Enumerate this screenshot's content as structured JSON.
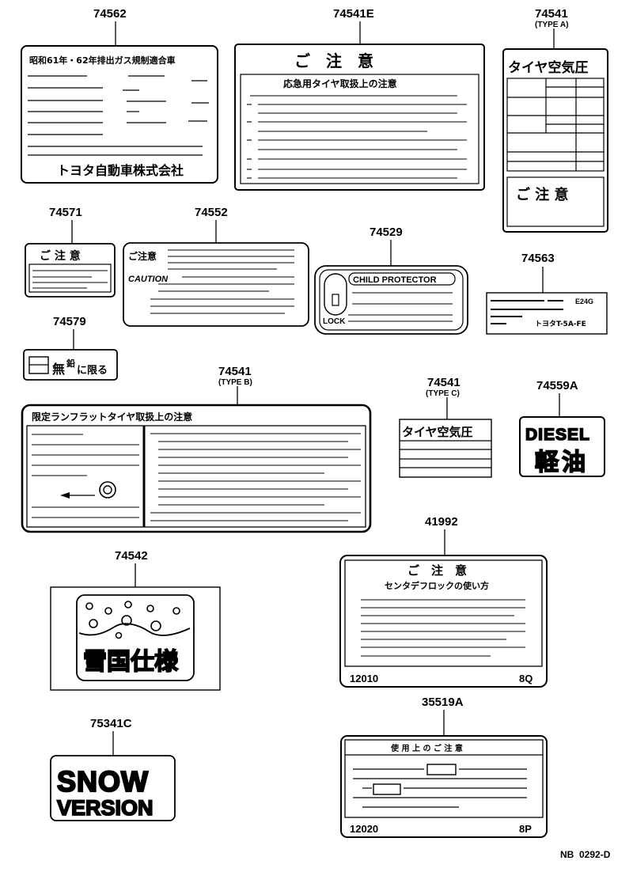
{
  "labels": {
    "l74562": {
      "part": "74562",
      "header": "昭和61年・62年排出ガス規制適合車",
      "footer": "トヨタ自動車株式会社"
    },
    "l74541E": {
      "part": "74541E",
      "title": "ご　注　意",
      "subtitle": "応急用タイヤ取扱上の注意"
    },
    "l74541A": {
      "part": "74541",
      "type": "(TYPE A)",
      "title": "タイヤ空気圧",
      "caution": "ご 注 意"
    },
    "l74571": {
      "part": "74571",
      "title": "ご 注 意"
    },
    "l74552": {
      "part": "74552",
      "title": "ご注意",
      "caution": "CAUTION"
    },
    "l74529": {
      "part": "74529",
      "title": "CHILD PROTECTOR",
      "lock": "LOCK"
    },
    "l74563": {
      "part": "74563",
      "code": "E24G",
      "engine": "トヨタT-5A-FE"
    },
    "l74579": {
      "part": "74579",
      "text1": "無",
      "text2": "鉛",
      "text3": "に限る"
    },
    "l74541B": {
      "part": "74541",
      "type": "(TYPE B)",
      "title": "限定ランフラットタイヤ取扱上の注意"
    },
    "l74541C": {
      "part": "74541",
      "type": "(TYPE C)",
      "title": "タイヤ空気圧"
    },
    "l74559A": {
      "part": "74559A",
      "text1": "DIESEL",
      "text2": "軽油"
    },
    "l41992": {
      "part": "41992",
      "title": "ご　注　意",
      "subtitle": "センタデフロックの使い方",
      "left": "12010",
      "right": "8Q"
    },
    "l74542": {
      "part": "74542",
      "text": "雪国仕様"
    },
    "l75341C": {
      "part": "75341C",
      "line1": "SNOW",
      "line2": "VERSION"
    },
    "l35519A": {
      "part": "35519A",
      "title": "使 用 上 の ご 注 意",
      "left": "12020",
      "right": "8P"
    }
  },
  "footer_code": "NB  0292-D"
}
